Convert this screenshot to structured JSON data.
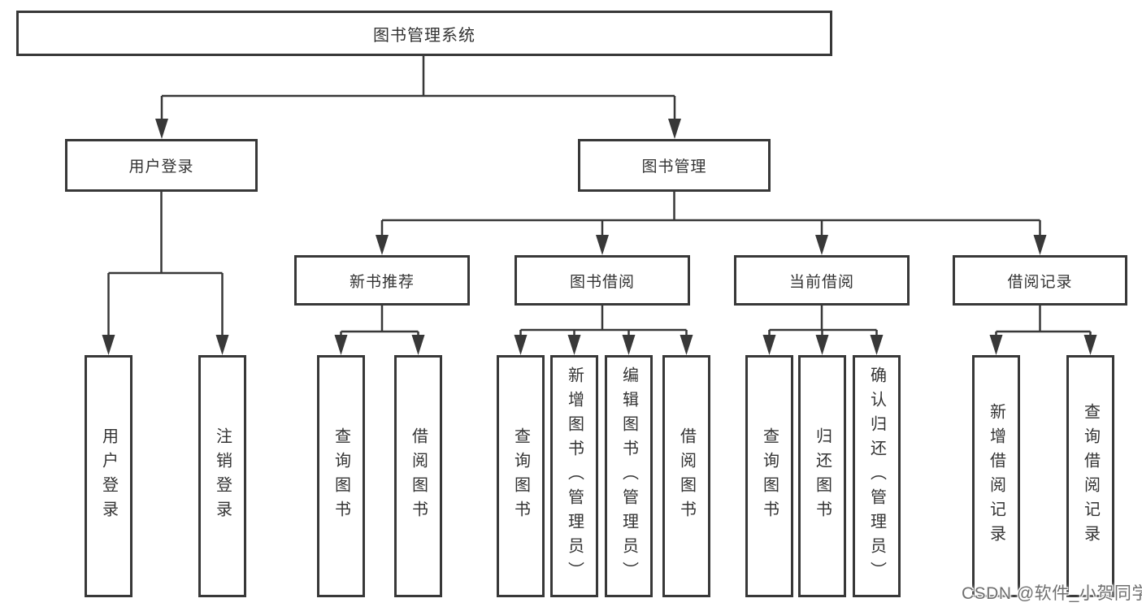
{
  "tree": {
    "root": {
      "label": "图书管理系统"
    },
    "branches": [
      {
        "label": "用户登录",
        "children": [
          "用户登录",
          "注销登录"
        ]
      },
      {
        "label": "图书管理",
        "groups": [
          {
            "label": "新书推荐",
            "children": [
              "查询图书",
              "借阅图书"
            ]
          },
          {
            "label": "图书借阅",
            "children": [
              "查询图书",
              "新增图书（管理员）",
              "编辑图书（管理员）",
              "借阅图书"
            ]
          },
          {
            "label": "当前借阅",
            "children": [
              "查询图书",
              "归还图书",
              "确认归还（管理员）"
            ]
          },
          {
            "label": "借阅记录",
            "children": [
              "新增借阅记录",
              "查询借阅记录"
            ]
          }
        ]
      }
    ]
  },
  "watermark": {
    "text": "CSDN @软件_小贺同学"
  },
  "colors": {
    "line": "#383838",
    "border": "#383838",
    "text": "#333333",
    "watermark": "#6f6f6f",
    "background": "#ffffff"
  }
}
